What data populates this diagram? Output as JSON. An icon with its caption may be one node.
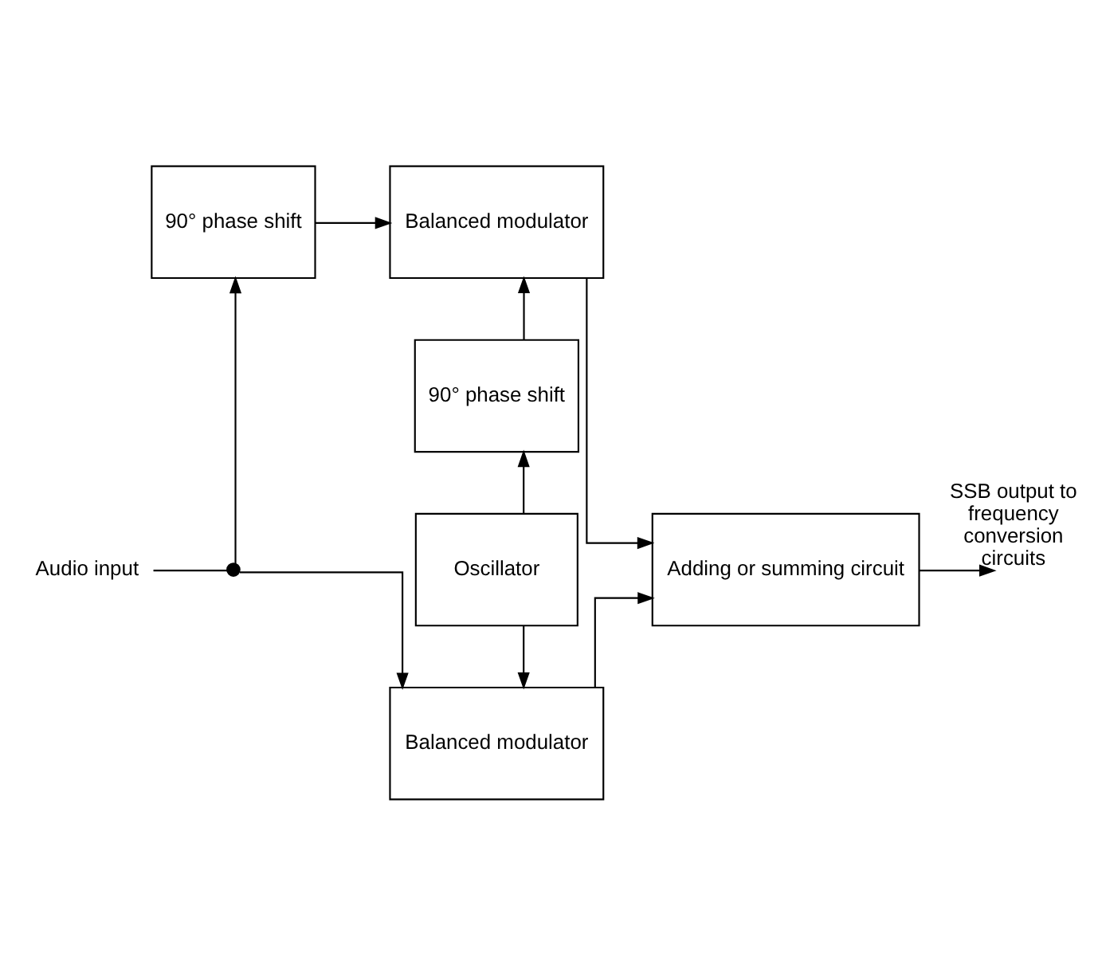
{
  "diagram": {
    "nodes": [
      {
        "text": [
          "90° phase shift"
        ]
      },
      {
        "text": [
          "Balanced modulator"
        ]
      },
      {
        "text": [
          "90° phase shift"
        ]
      },
      {
        "text": [
          "Oscillator"
        ]
      },
      {
        "text": [
          "Balanced modulator"
        ]
      },
      {
        "text": [
          "Adding or summing circuit"
        ]
      },
      {
        "text": [
          "Audio input"
        ]
      },
      {
        "text": [],
        "shape": "circle"
      }
    ],
    "edges": [
      {
        "from": 0,
        "to": 1,
        "arrow": "to"
      },
      {
        "from": 2,
        "to": 1,
        "arrow": "to"
      },
      {
        "from": 3,
        "to": 2,
        "arrow": "to"
      },
      {
        "from": 3,
        "to": 4,
        "arrow": "to"
      },
      {
        "from": 1,
        "to": 5,
        "arrow": "to"
      },
      {
        "from": 4,
        "to": 5,
        "arrow": "to"
      },
      {
        "from": 6,
        "to": 7,
        "arrow": "none"
      },
      {
        "from": 7,
        "to": 0,
        "arrow": "to"
      },
      {
        "from": 7,
        "to": 4,
        "arrow": "to"
      },
      {
        "from": 5,
        "to": null,
        "arrow": "to",
        "label": "SSB output to frequency conversion circuits"
      }
    ]
  }
}
